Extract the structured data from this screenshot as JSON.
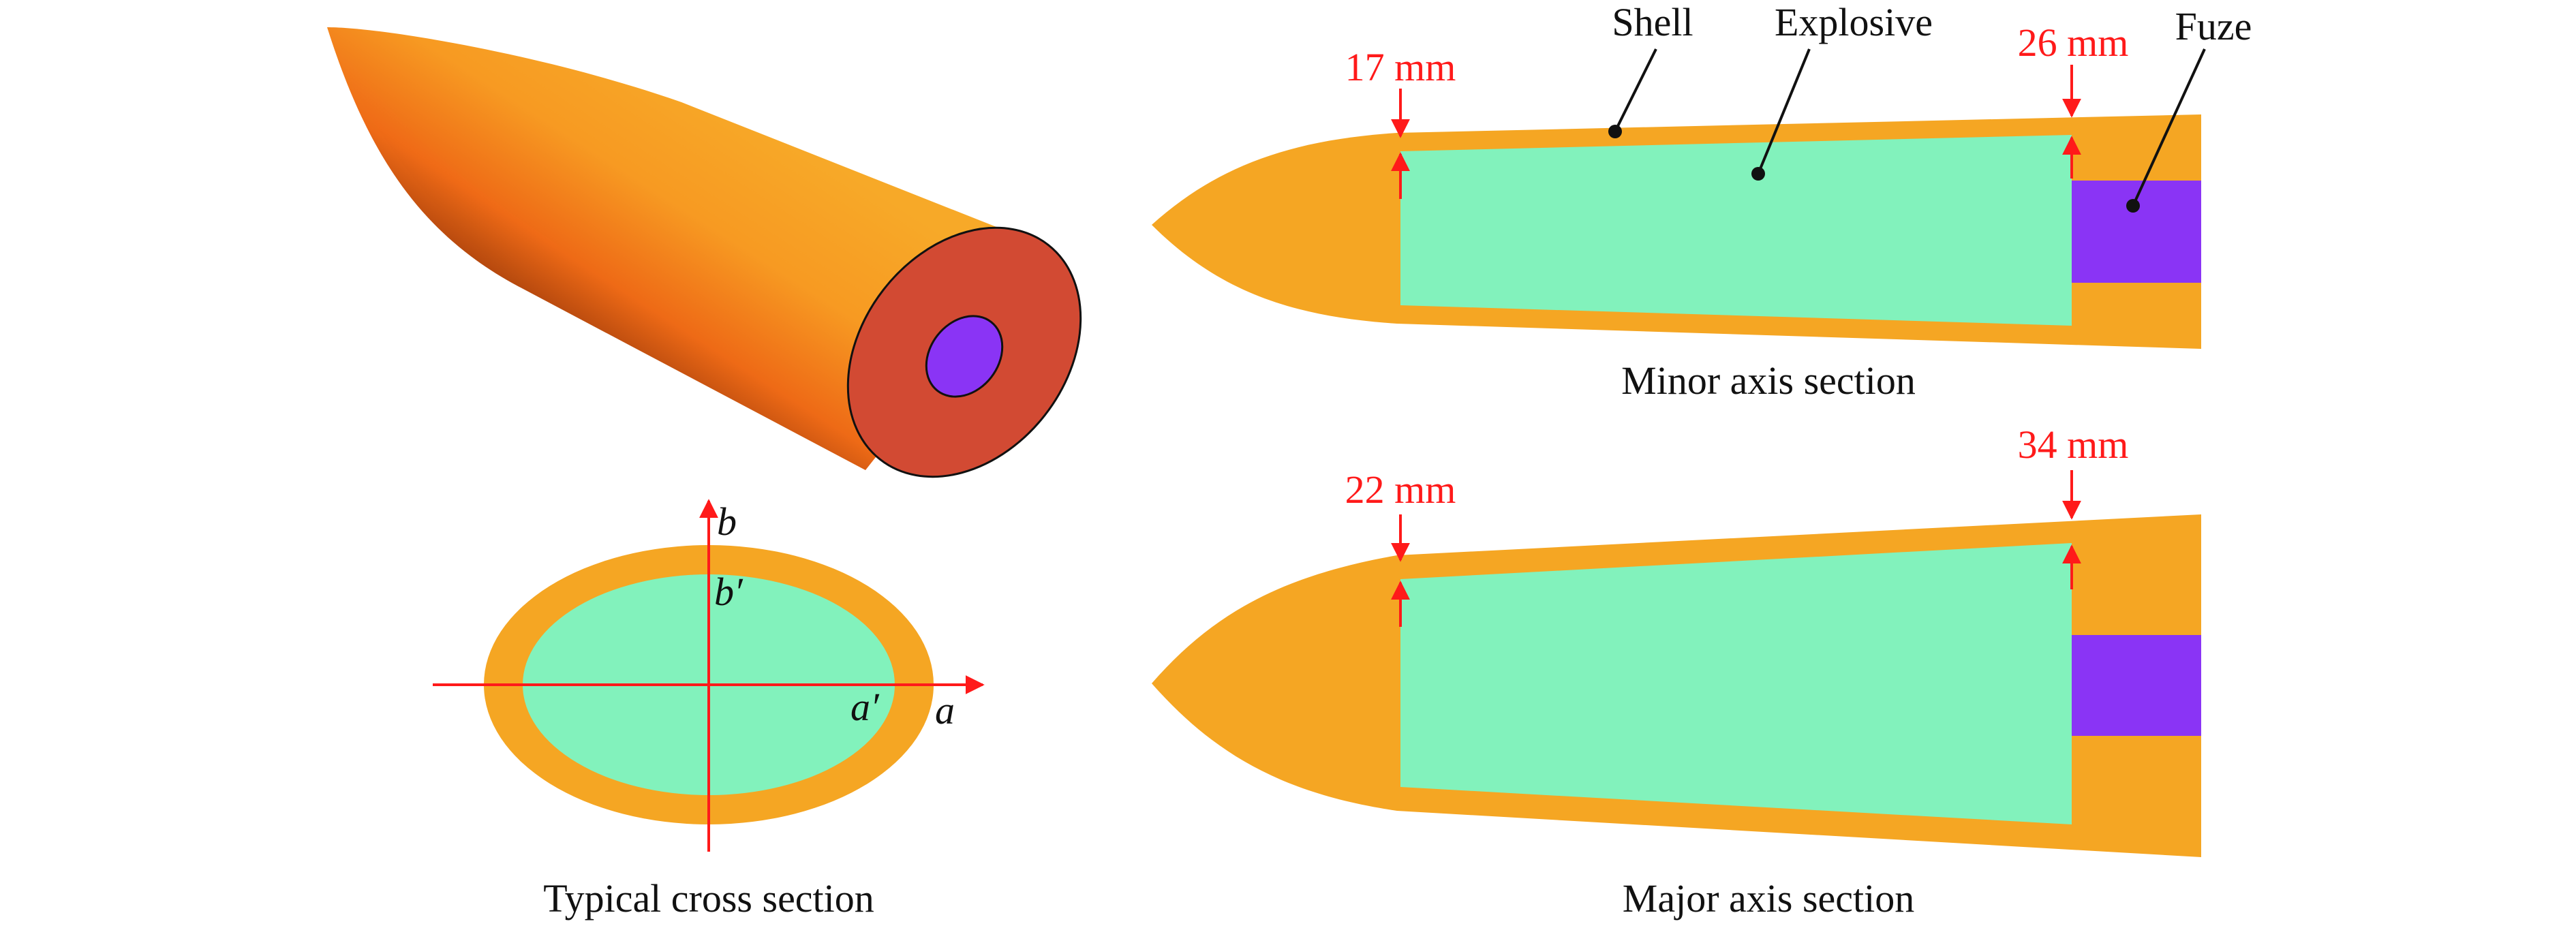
{
  "colors": {
    "shell": "#f5a623",
    "explosive": "#82f2bc",
    "fuze": "#8a34f5",
    "cut_face": "#d24a33",
    "dimension": "#ff1a1a",
    "outline": "#111111"
  },
  "captions": {
    "cross_section": "Typical cross section",
    "minor_section": "Minor axis section",
    "major_section": "Major axis section"
  },
  "labels": {
    "shell": "Shell",
    "explosive": "Explosive",
    "fuze": "Fuze"
  },
  "dimensions": {
    "minor_front": "17 mm",
    "minor_rear": "26 mm",
    "major_front": "22 mm",
    "major_rear": "34 mm"
  },
  "axes": {
    "b": "b",
    "b_prime": "b′",
    "a": "a",
    "a_prime": "a′"
  }
}
